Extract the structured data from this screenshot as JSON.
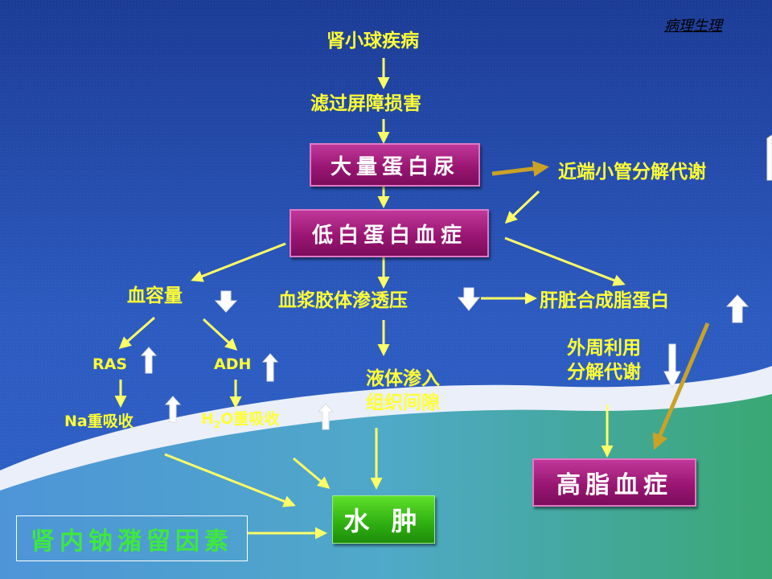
{
  "header": {
    "course_label": "病理生理"
  },
  "nodes": {
    "glomerular_disease": "肾小球疾病",
    "filtration_barrier_damage": "滤过屏障损害",
    "massive_proteinuria": "大量蛋白尿",
    "proximal_tubule_catabolism": "近端小管分解代谢",
    "hypoalbuminemia": "低白蛋白血症",
    "blood_volume": "血容量",
    "plasma_colloid_osmotic_pressure": "血浆胶体渗透压",
    "liver_lipoprotein_synthesis": "肝脏合成脂蛋白",
    "ras": "RAS",
    "adh": "ADH",
    "na_reabsorption": "Na重吸收",
    "h2o_prefix": "H",
    "h2o_sub": "2",
    "h2o_suffix": "O重吸收",
    "fluid_into_tissue_line1": "液体渗入",
    "fluid_into_tissue_line2": "组织间隙",
    "peripheral_utilization_line1": "外周利用",
    "peripheral_utilization_line2": "分解代谢",
    "hyperlipidemia": "高脂血症",
    "edema": "水 肿",
    "renal_sodium_retention": "肾内钠潴留因素"
  },
  "colors": {
    "background_top": "#1d3f9a",
    "text": "#ffff33",
    "arrow": "#ffff66",
    "highlight_arrow": "#c9a227",
    "box_magenta": "#9a1673",
    "box_green": "#2fae12",
    "retention_text": "#3ee83e"
  }
}
